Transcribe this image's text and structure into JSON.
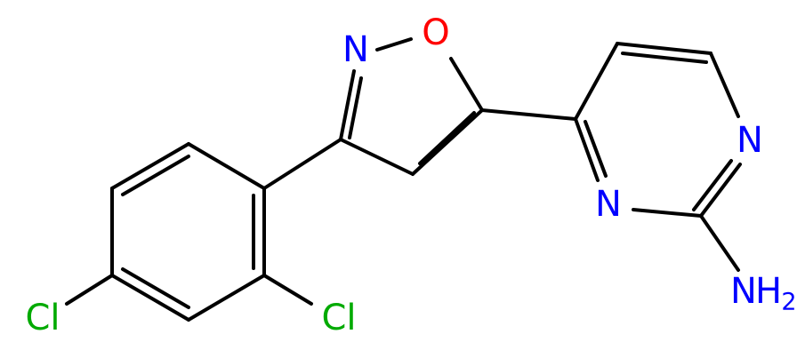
{
  "molecule": {
    "colors": {
      "bond": "#000000",
      "N": "#0000ff",
      "O": "#ff0000",
      "Cl": "#00aa00"
    },
    "atoms": {
      "isoxazole_n": "N",
      "isoxazole_o": "O",
      "pyrimidine_n1": "N",
      "pyrimidine_n3": "N",
      "amine_n": "N",
      "amine_h2": "H",
      "amine_h2_sub": "2",
      "chloro_left": "Cl",
      "chloro_right": "Cl"
    }
  }
}
